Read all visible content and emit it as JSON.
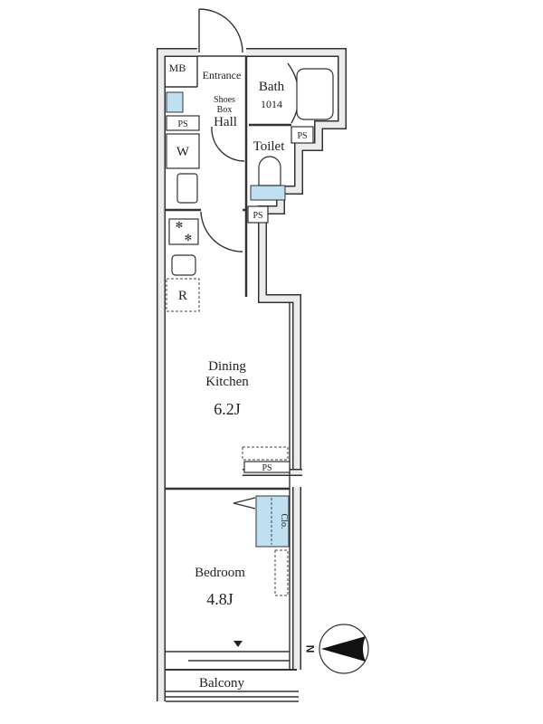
{
  "rooms": {
    "mb": "MB",
    "entrance": "Entrance",
    "bath": "Bath",
    "bath_size": "1014",
    "shoes": "Shoes",
    "box": "Box",
    "hall": "Hall",
    "toilet": "Toilet",
    "washer": "W",
    "refrigerator": "R",
    "dining_line1": "Dining",
    "dining_line2": "Kitchen",
    "dining_size": "6.2J",
    "bedroom": "Bedroom",
    "bedroom_size": "4.8J",
    "closet": "Clo.",
    "balcony": "Balcony"
  },
  "ps_labels": [
    "PS",
    "PS",
    "PS",
    "PS"
  ],
  "compass": {
    "label": "N"
  },
  "colors": {
    "wall": "#ececec",
    "water": "#bfe0f0",
    "line": "#333333"
  }
}
